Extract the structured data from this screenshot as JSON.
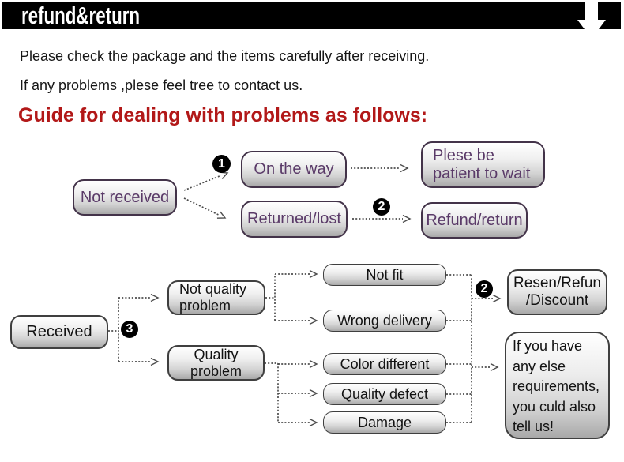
{
  "banner": {
    "title": "refund&return",
    "arrow_icon": "down-arrow"
  },
  "intro": {
    "line1": "Please check the package and the items carefully after receiving.",
    "line2": "If any problems ,plese feel tree to contact us."
  },
  "heading": "Guide for dealing with problems as follows:",
  "colors": {
    "banner_bg": "#000000",
    "heading_red": "#b21818",
    "flow1_text_purple": "#5a3a68",
    "flow2_text": "#121212",
    "box_gradient_top": "#ffffff",
    "box_gradient_bottom": "#a9a9a9",
    "connector": "#4d4d4d"
  },
  "flow1": {
    "not_received": "Not received",
    "badge1": "1",
    "on_the_way": "On the way",
    "returned_lost": "Returned/lost",
    "patient_line1": "Plese be",
    "patient_line2": "patient to wait",
    "badge2": "2",
    "refund_return": "Refund/return"
  },
  "flow2": {
    "received": "Received",
    "badge3": "3",
    "not_quality_line1": "Not quality",
    "not_quality_line2": "problem",
    "quality_line1": "Quality",
    "quality_line2": "problem",
    "not_fit": "Not fit",
    "wrong_delivery": "Wrong delivery",
    "color_different": "Color different",
    "quality_defect": "Quality defect",
    "damage": "Damage",
    "badge2": "2",
    "resen_line1": "Resen/Refun",
    "resen_line2": "/Discount",
    "bubble": [
      "If you have",
      "any else",
      "requirements,",
      "you culd also",
      "tell us!"
    ]
  }
}
